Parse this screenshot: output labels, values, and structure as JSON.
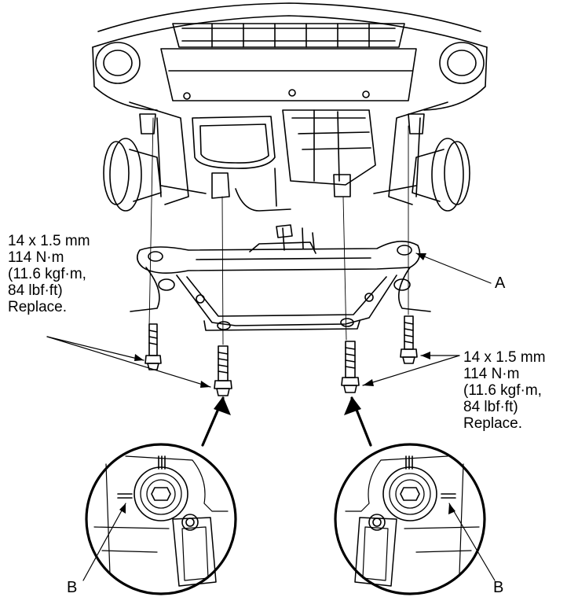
{
  "torque_spec_left": {
    "line1": "14 x 1.5 mm",
    "line2": "114 N·m",
    "line3": "(11.6 kgf·m,",
    "line4": "84 lbf·ft)",
    "line5": "Replace."
  },
  "torque_spec_right": {
    "line1": "14 x 1.5 mm",
    "line2": "114 N·m",
    "line3": "(11.6 kgf·m,",
    "line4": "84 lbf·ft)",
    "line5": "Replace."
  },
  "callouts": {
    "a": "A",
    "b_left": "B",
    "b_right": "B"
  }
}
